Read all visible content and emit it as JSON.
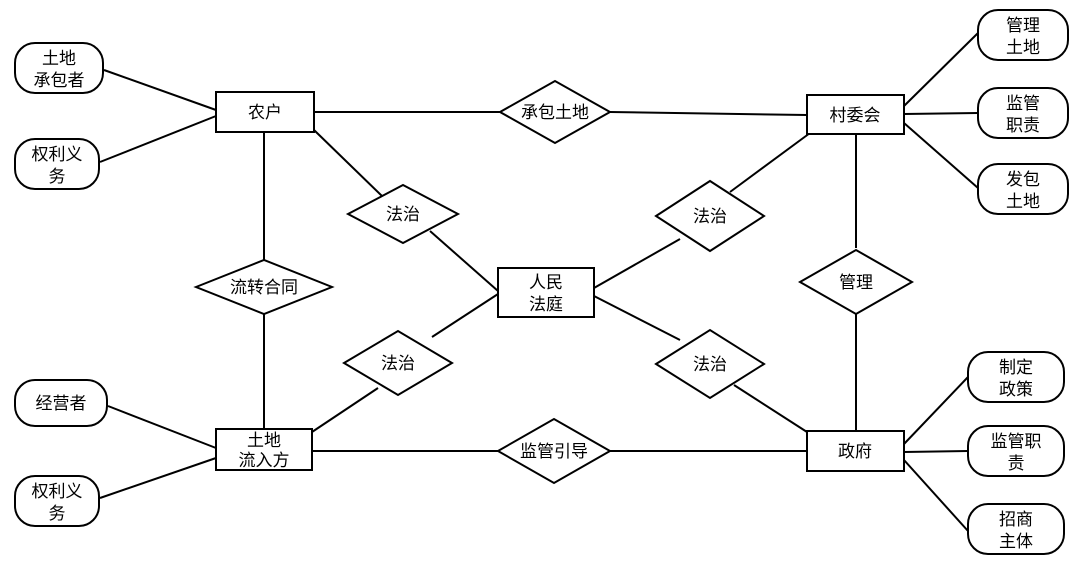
{
  "entities": {
    "farmer": "农户",
    "village_committee": "村委会",
    "court_line1": "人民",
    "court_line2": "法庭",
    "transferee_line1": "土地",
    "transferee_line2": "流入方",
    "government": "政府"
  },
  "relations": {
    "contract_land": "承包土地",
    "transfer_contract": "流转合同",
    "rule_of_law_farmer": "法治",
    "rule_of_law_village": "法治",
    "rule_of_law_transferee": "法治",
    "rule_of_law_government": "法治",
    "manage": "管理",
    "supervise_guide": "监管引导"
  },
  "attributes": {
    "farmer_contractor_line1": "土地",
    "farmer_contractor_line2": "承包者",
    "farmer_rights_line1": "权利义",
    "farmer_rights_line2": "务",
    "operator": "经营者",
    "transferee_rights_line1": "权利义",
    "transferee_rights_line2": "务",
    "village_manage_line1": "管理",
    "village_manage_line2": "土地",
    "village_supervise_line1": "监管",
    "village_supervise_line2": "职责",
    "village_contract_out_line1": "发包",
    "village_contract_out_line2": "土地",
    "gov_policy_line1": "制定",
    "gov_policy_line2": "政策",
    "gov_supervise_line1": "监管职",
    "gov_supervise_line2": "责",
    "gov_invest_line1": "招商",
    "gov_invest_line2": "主体"
  }
}
